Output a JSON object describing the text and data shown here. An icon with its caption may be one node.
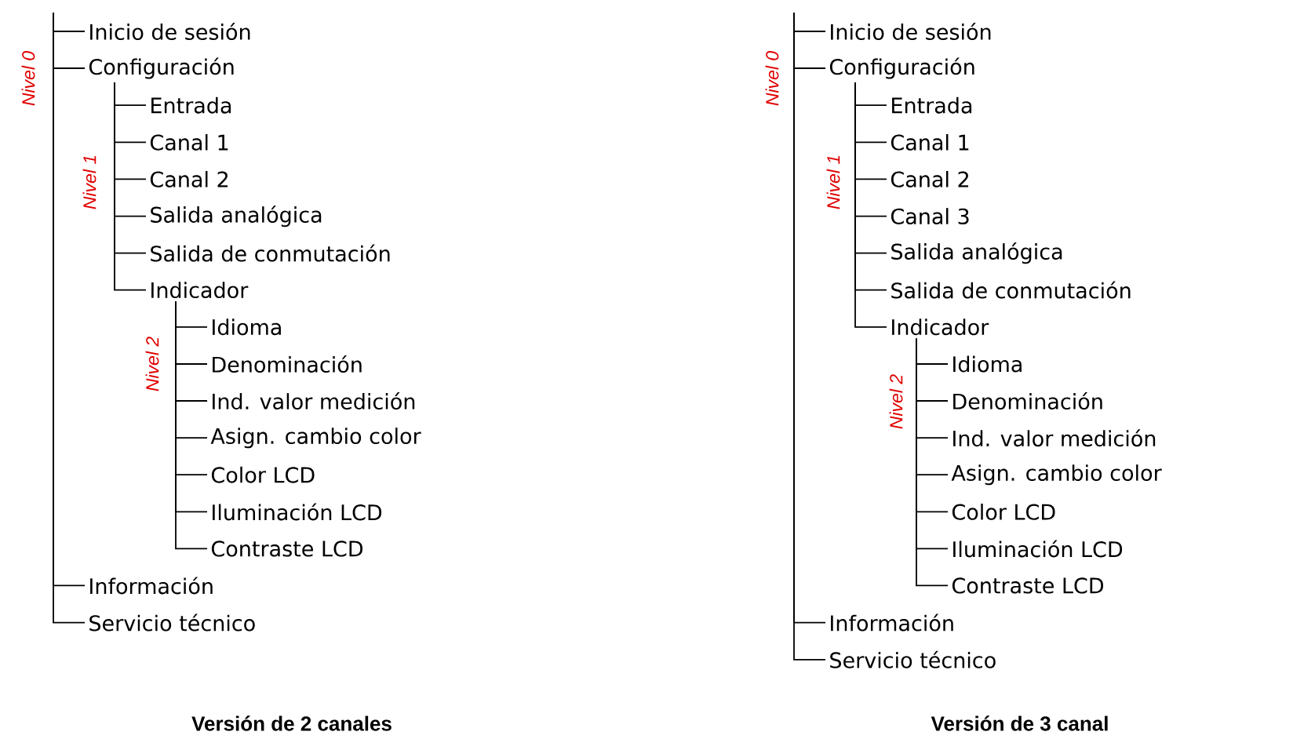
{
  "diagram": {
    "nodes": [
      {
        "text": [
          "Inicio de sesión"
        ]
      },
      {
        "text": [
          "Configuración"
        ]
      },
      {
        "text": [
          "Entrada"
        ]
      },
      {
        "text": [
          "Canal 1"
        ]
      },
      {
        "text": [
          "Canal 2"
        ]
      },
      {
        "text": [
          "Salida analógica"
        ]
      },
      {
        "text": [
          "Salida de conmutación"
        ]
      },
      {
        "text": [
          "Indicador"
        ]
      },
      {
        "text": [
          "Idioma"
        ]
      },
      {
        "text": [
          "Denominación"
        ]
      },
      {
        "text": [
          "Ind. valor medición"
        ]
      },
      {
        "text": [
          "Asign. cambio color"
        ]
      },
      {
        "text": [
          "Color LCD"
        ]
      },
      {
        "text": [
          "Iluminación LCD"
        ]
      },
      {
        "text": [
          "Contraste LCD"
        ]
      },
      {
        "text": [
          "Información"
        ]
      },
      {
        "text": [
          "Servicio técnico"
        ]
      },
      {
        "text": [
          "Inicio de sesión"
        ]
      },
      {
        "text": [
          "Configuración"
        ]
      },
      {
        "text": [
          "Entrada"
        ]
      },
      {
        "text": [
          "Canal 1"
        ]
      },
      {
        "text": [
          "Canal 2"
        ]
      },
      {
        "text": [
          "Canal 3"
        ]
      },
      {
        "text": [
          "Salida analógica"
        ]
      },
      {
        "text": [
          "Salida de conmutación"
        ]
      },
      {
        "text": [
          "Indicador"
        ]
      },
      {
        "text": [
          "Idioma"
        ]
      },
      {
        "text": [
          "Denominación"
        ]
      },
      {
        "text": [
          "Ind. valor medición"
        ]
      },
      {
        "text": [
          "Asign. cambio color"
        ]
      },
      {
        "text": [
          "Color LCD"
        ]
      },
      {
        "text": [
          "Iluminación LCD"
        ]
      },
      {
        "text": [
          "Contraste LCD"
        ]
      },
      {
        "text": [
          "Información"
        ]
      },
      {
        "text": [
          "Servicio técnico"
        ]
      }
    ],
    "edges": [
      {
        "from": null,
        "to": 0,
        "arrow": "none"
      },
      {
        "from": null,
        "to": 1,
        "arrow": "none"
      },
      {
        "from": 1,
        "to": 2,
        "arrow": "none"
      },
      {
        "from": 1,
        "to": 3,
        "arrow": "none"
      },
      {
        "from": 1,
        "to": 4,
        "arrow": "none"
      },
      {
        "from": 1,
        "to": 5,
        "arrow": "none"
      },
      {
        "from": 1,
        "to": 6,
        "arrow": "none"
      },
      {
        "from": 1,
        "to": 7,
        "arrow": "none"
      },
      {
        "from": 7,
        "to": 8,
        "arrow": "none"
      },
      {
        "from": 7,
        "to": 9,
        "arrow": "none"
      },
      {
        "from": 7,
        "to": 10,
        "arrow": "none"
      },
      {
        "from": 7,
        "to": 11,
        "arrow": "none"
      },
      {
        "from": 7,
        "to": 12,
        "arrow": "none"
      },
      {
        "from": 7,
        "to": 13,
        "arrow": "none"
      },
      {
        "from": 7,
        "to": 14,
        "arrow": "none"
      },
      {
        "from": null,
        "to": 15,
        "arrow": "none"
      },
      {
        "from": null,
        "to": 16,
        "arrow": "none"
      },
      {
        "from": null,
        "to": 17,
        "arrow": "none"
      },
      {
        "from": null,
        "to": 18,
        "arrow": "none"
      },
      {
        "from": 18,
        "to": 19,
        "arrow": "none"
      },
      {
        "from": 18,
        "to": 20,
        "arrow": "none"
      },
      {
        "from": 18,
        "to": 21,
        "arrow": "none"
      },
      {
        "from": 18,
        "to": 22,
        "arrow": "none"
      },
      {
        "from": 18,
        "to": 23,
        "arrow": "none"
      },
      {
        "from": 18,
        "to": 24,
        "arrow": "none"
      },
      {
        "from": 18,
        "to": 25,
        "arrow": "none"
      },
      {
        "from": 25,
        "to": 26,
        "arrow": "none"
      },
      {
        "from": 25,
        "to": 27,
        "arrow": "none"
      },
      {
        "from": 25,
        "to": 28,
        "arrow": "none"
      },
      {
        "from": 25,
        "to": 29,
        "arrow": "none"
      },
      {
        "from": 25,
        "to": 30,
        "arrow": "none"
      },
      {
        "from": 25,
        "to": 31,
        "arrow": "none"
      },
      {
        "from": 25,
        "to": 32,
        "arrow": "none"
      },
      {
        "from": null,
        "to": 33,
        "arrow": "none"
      },
      {
        "from": null,
        "to": 34,
        "arrow": "none"
      }
    ],
    "labels": [
      "Nivel 0",
      "Nivel 1",
      "Nivel 2",
      "Nivel 0",
      "Nivel 1",
      "Nivel 2",
      "Versión de 2 canales",
      "Versión de 3 canal"
    ]
  }
}
